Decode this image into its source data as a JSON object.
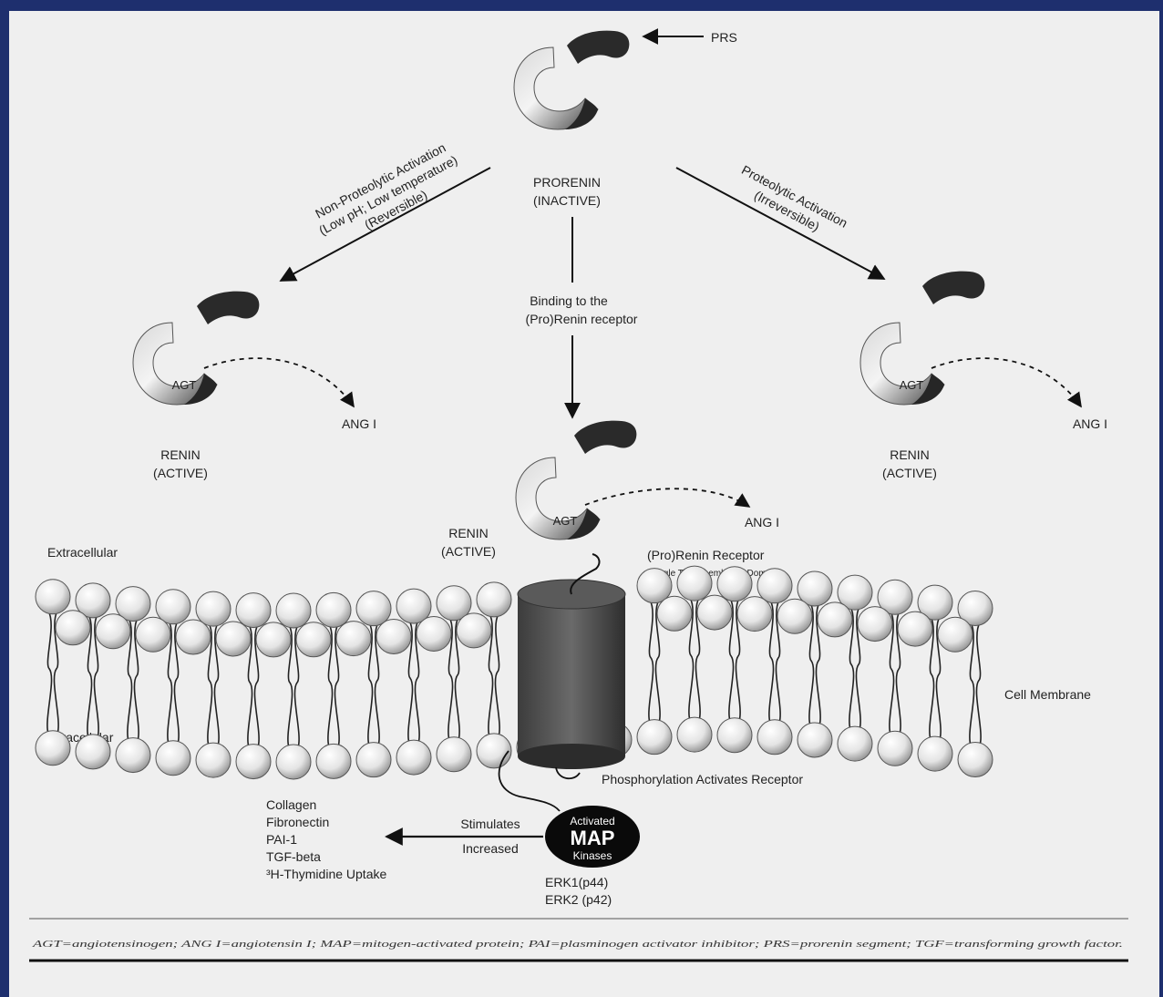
{
  "top": {
    "prs": "PRS",
    "prorenin": "PRORENIN",
    "inactive": "(INACTIVE)"
  },
  "left_arrow": {
    "line1": "Non-Proteolytic Activation",
    "line2": "(Low pH; Low temperature)",
    "line3": "(Reversible)"
  },
  "right_arrow": {
    "line1": "Proteolytic Activation",
    "line2": "(Irreversible)"
  },
  "middle_arrow": {
    "line1": "Binding to the",
    "line2": "(Pro)Renin receptor"
  },
  "left_renin": {
    "agt": "AGT",
    "ang": "ANG I",
    "name": "RENIN",
    "state": "(ACTIVE)"
  },
  "right_renin": {
    "agt": "AGT",
    "ang": "ANG I",
    "name": "RENIN",
    "state": "(ACTIVE)"
  },
  "center_renin": {
    "agt": "AGT",
    "ang": "ANG I",
    "name": "RENIN",
    "state": "(ACTIVE)"
  },
  "receptor": {
    "name": "(Pro)Renin Receptor",
    "domain": "(Single Transmembrane Domain)",
    "phospho": "Phosphorylation Activates Receptor"
  },
  "membrane": {
    "extracellular": "Extracellular",
    "intracellular": "Intracellular",
    "cell_membrane": "Cell Membrane"
  },
  "map": {
    "line1": "Activated",
    "line2": "MAP",
    "line3": "Kinases",
    "erk1": "ERK1(p44)",
    "erk2": "ERK2 (p42)",
    "stimulates": "Stimulates",
    "increased": "Increased"
  },
  "outputs": [
    "Collagen",
    "Fibronectin",
    "PAI-1",
    "TGF-beta",
    "³H-Thymidine Uptake"
  ],
  "footnote": "AGT=angiotensinogen; ANG I=angiotensin I; MAP=mitogen-activated protein; PAI=plasminogen activator inhibitor; PRS=prorenin segment; TGF=transforming growth factor."
}
